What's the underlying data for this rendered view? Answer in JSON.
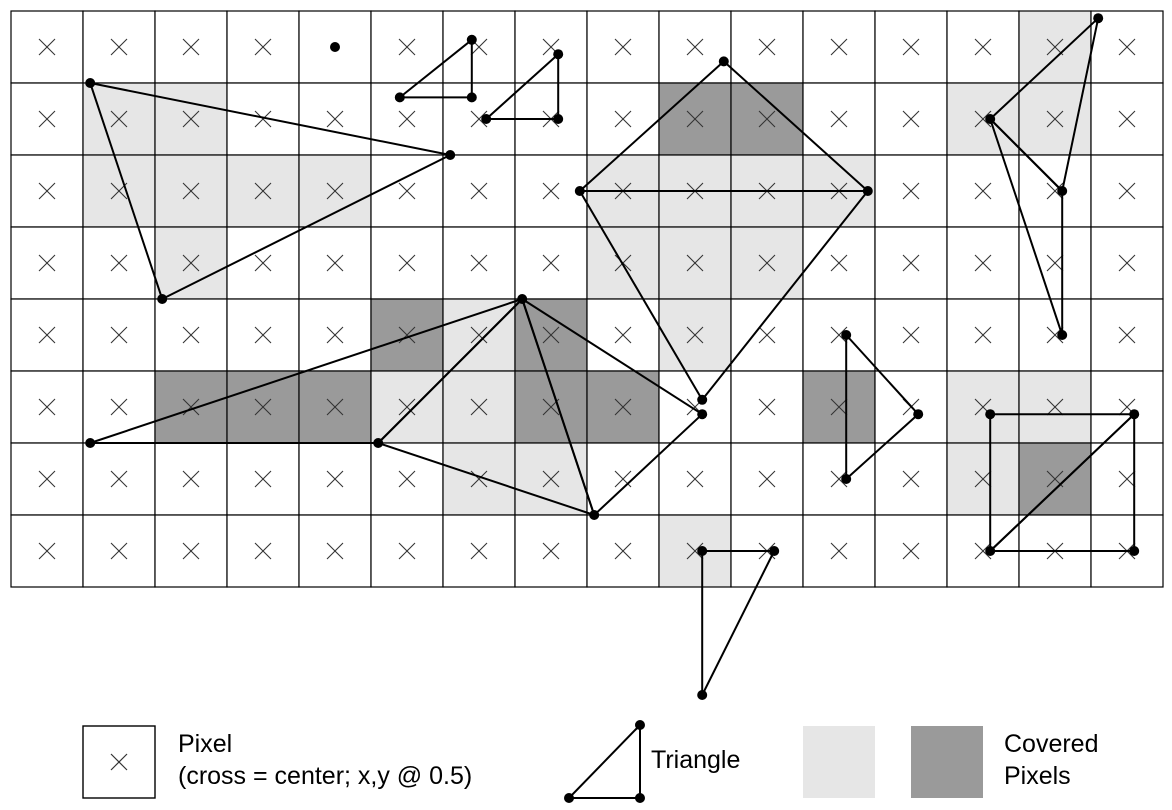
{
  "grid": {
    "cols": 16,
    "rows": 8
  },
  "colors": {
    "cell_fill": "#ffffff",
    "grid_line": "#000000",
    "cross": "#333333",
    "covered_light": "#e6e6e6",
    "covered_dark": "#9a9a9a",
    "triangle_stroke": "#000000",
    "vertex": "#000000"
  },
  "covered_light": [
    [
      1,
      1
    ],
    [
      2,
      1
    ],
    [
      13,
      1
    ],
    [
      14,
      0
    ],
    [
      14,
      1
    ],
    [
      1,
      2
    ],
    [
      2,
      2
    ],
    [
      3,
      2
    ],
    [
      4,
      2
    ],
    [
      8,
      2
    ],
    [
      9,
      2
    ],
    [
      10,
      2
    ],
    [
      11,
      2
    ],
    [
      2,
      3
    ],
    [
      8,
      3
    ],
    [
      9,
      3
    ],
    [
      10,
      3
    ],
    [
      6,
      4
    ],
    [
      9,
      4
    ],
    [
      5,
      5
    ],
    [
      6,
      5
    ],
    [
      13,
      5
    ],
    [
      14,
      5
    ],
    [
      6,
      6
    ],
    [
      7,
      6
    ],
    [
      13,
      6
    ],
    [
      9,
      7
    ]
  ],
  "covered_dark": [
    [
      9,
      1
    ],
    [
      10,
      1
    ],
    [
      5,
      4
    ],
    [
      7,
      4
    ],
    [
      2,
      5
    ],
    [
      3,
      5
    ],
    [
      4,
      5
    ],
    [
      7,
      5
    ],
    [
      8,
      5
    ],
    [
      11,
      5
    ],
    [
      14,
      6
    ]
  ],
  "center_dots": [
    [
      4,
      0
    ]
  ],
  "triangles": [
    [
      [
        6.4,
        0.4
      ],
      [
        5.4,
        1.2
      ],
      [
        6.4,
        1.2
      ]
    ],
    [
      [
        7.6,
        0.6
      ],
      [
        6.6,
        1.5
      ],
      [
        7.6,
        1.5
      ]
    ],
    [
      [
        1.1,
        1.0
      ],
      [
        6.1,
        2.0
      ],
      [
        2.1,
        4.0
      ]
    ],
    [
      [
        9.9,
        0.7
      ],
      [
        7.9,
        2.5
      ],
      [
        11.9,
        2.5
      ]
    ],
    [
      [
        7.9,
        2.5
      ],
      [
        11.9,
        2.5
      ],
      [
        9.6,
        5.4
      ]
    ],
    [
      [
        15.1,
        0.1
      ],
      [
        13.6,
        1.5
      ],
      [
        14.6,
        2.5
      ]
    ],
    [
      [
        13.6,
        1.5
      ],
      [
        14.6,
        2.5
      ],
      [
        14.6,
        4.5
      ]
    ],
    [
      [
        1.1,
        6.0
      ],
      [
        7.1,
        4.0
      ],
      [
        5.1,
        6.0
      ]
    ],
    [
      [
        5.1,
        6.0
      ],
      [
        7.1,
        4.0
      ],
      [
        8.1,
        7.0
      ]
    ],
    [
      [
        7.1,
        4.0
      ],
      [
        9.6,
        5.6
      ],
      [
        8.1,
        7.0
      ]
    ],
    [
      [
        11.6,
        4.5
      ],
      [
        12.6,
        5.6
      ],
      [
        11.6,
        6.5
      ]
    ],
    [
      [
        13.6,
        5.6
      ],
      [
        15.6,
        5.6
      ],
      [
        13.6,
        7.5
      ]
    ],
    [
      [
        15.6,
        5.6
      ],
      [
        13.6,
        7.5
      ],
      [
        15.6,
        7.5
      ]
    ],
    [
      [
        9.6,
        7.5
      ],
      [
        10.6,
        7.5
      ],
      [
        9.6,
        9.5
      ]
    ]
  ],
  "legend": {
    "pixel_label_line1": "Pixel",
    "pixel_label_line2": "(cross = center; x,y @ 0.5)",
    "triangle_label": "Triangle",
    "covered_label_line1": "Covered",
    "covered_label_line2": "Pixels"
  }
}
